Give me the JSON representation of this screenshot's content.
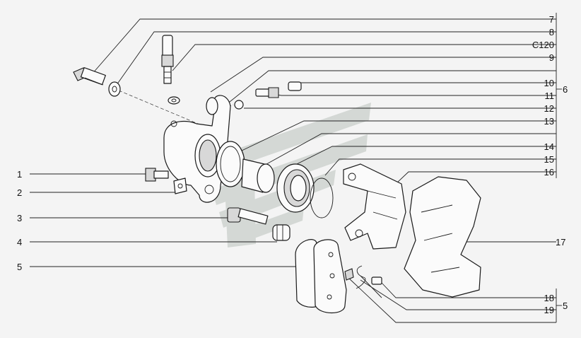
{
  "callouts": {
    "c1": "1",
    "c2": "2",
    "c3": "3",
    "c4": "4",
    "c5a": "5",
    "c7": "7",
    "c8": "8",
    "c120": "C120",
    "c9": "9",
    "c10": "10",
    "c6": "6",
    "c11": "11",
    "c12": "12",
    "c13": "13",
    "c14": "14",
    "c15": "15",
    "c16": "16",
    "c17": "17",
    "c18": "18",
    "c19": "19",
    "c5b": "5"
  },
  "colors": {
    "line": "#222222",
    "watermark": "#cfd4d0",
    "background": "#f4f4f4"
  }
}
